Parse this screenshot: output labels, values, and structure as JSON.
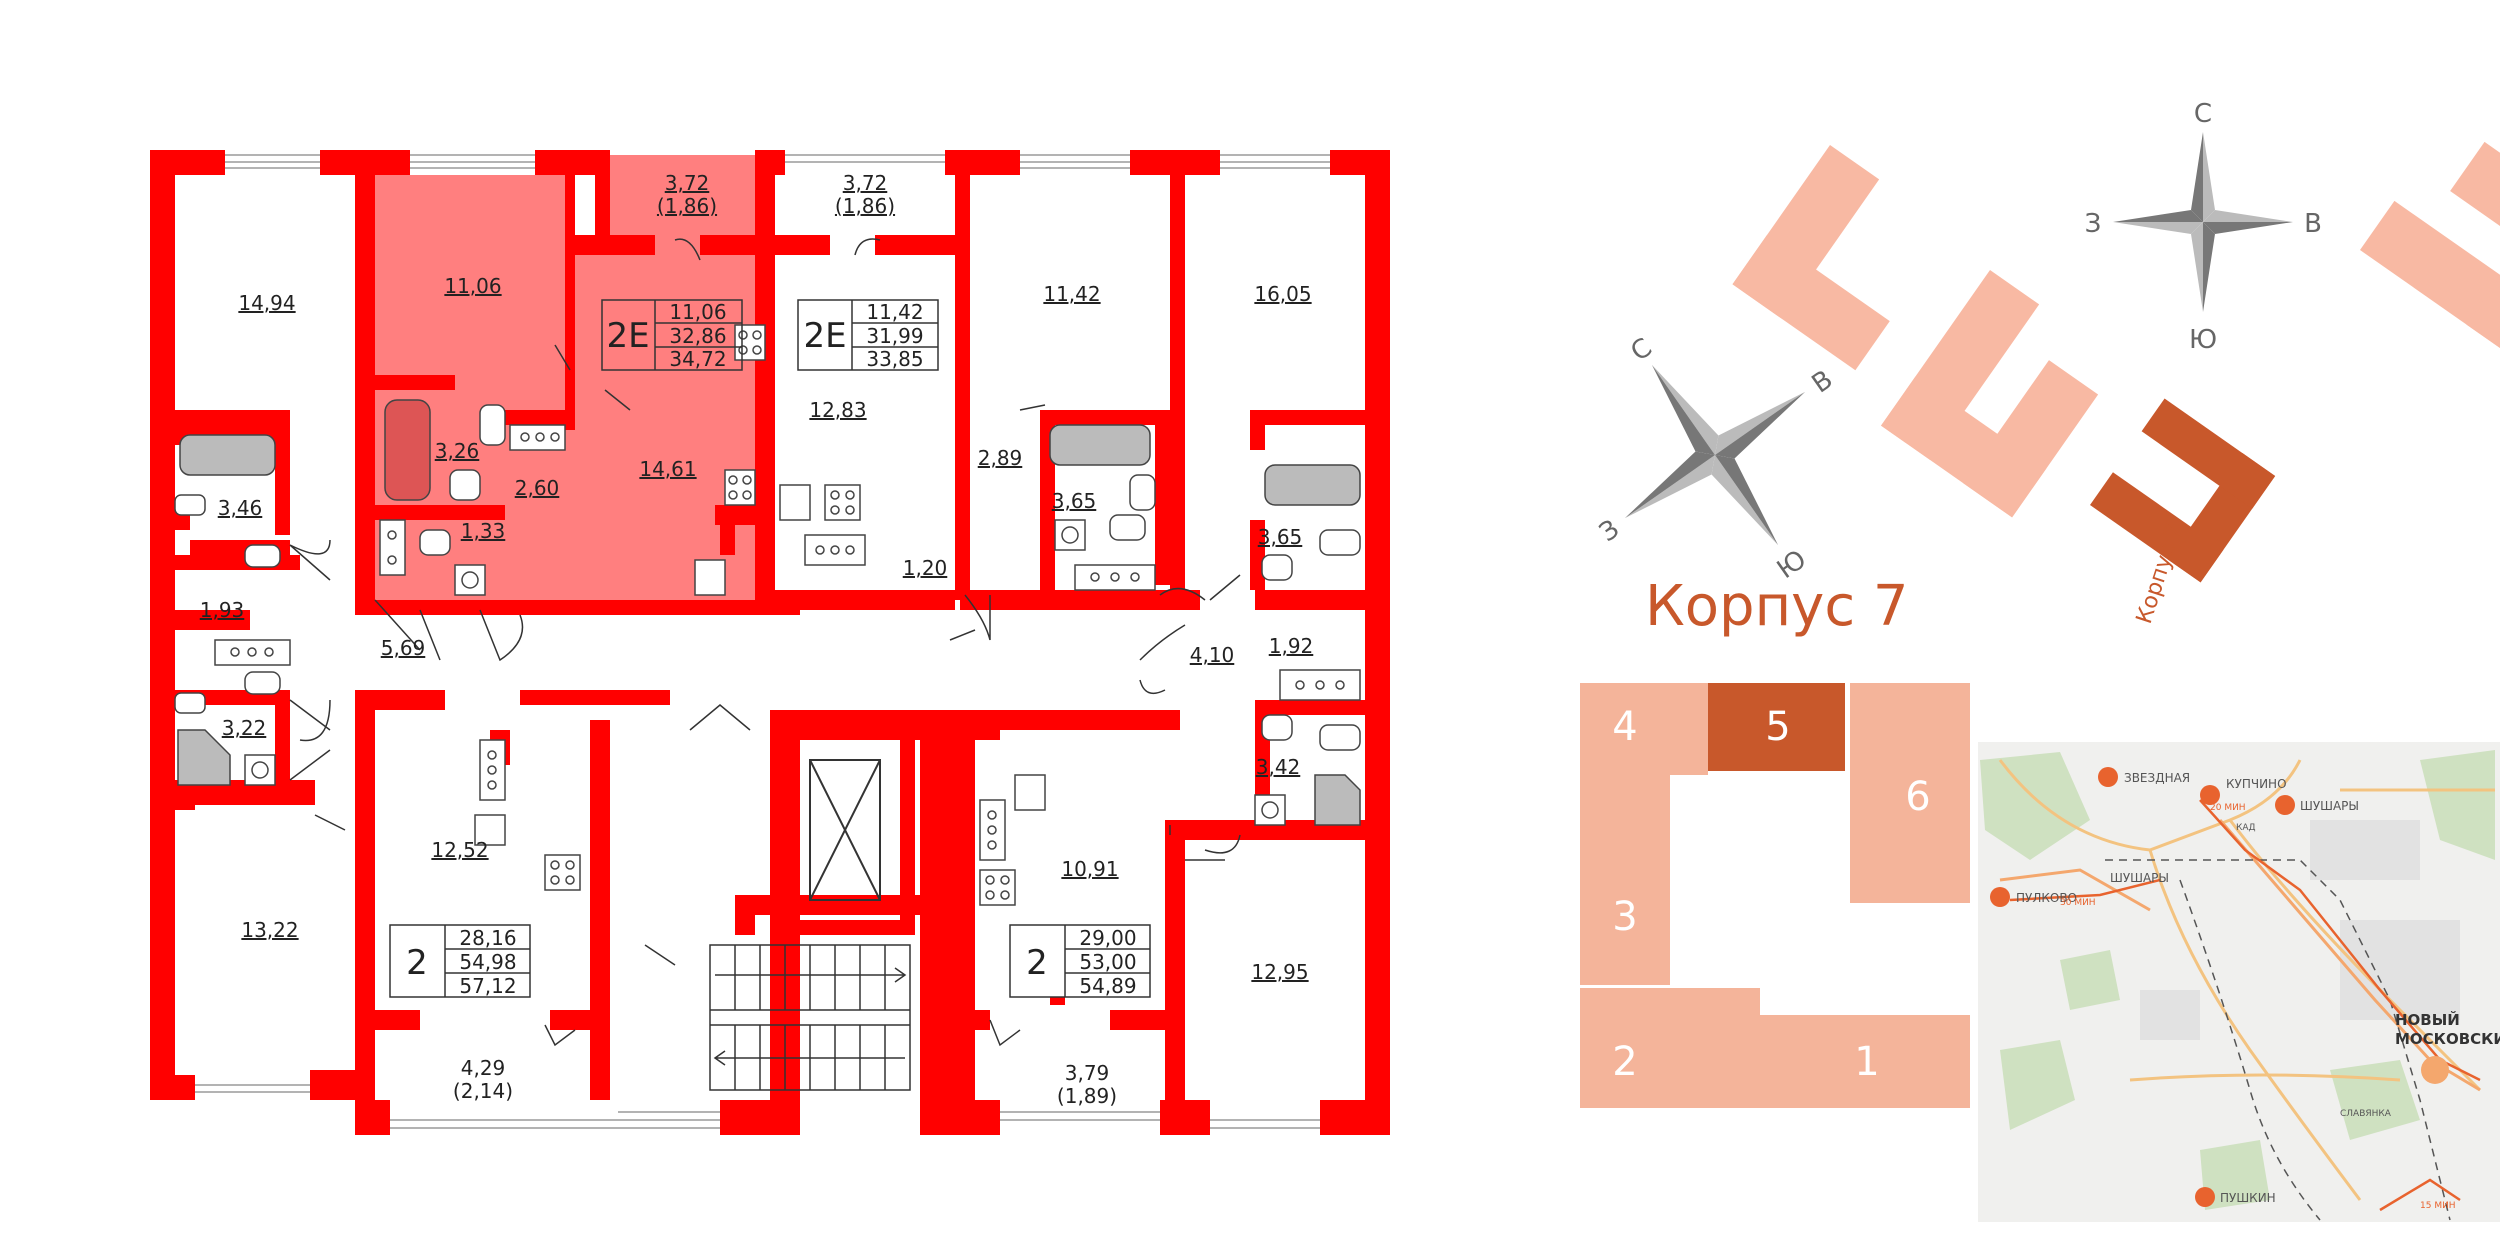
{
  "colors": {
    "wall": "#ff0000",
    "highlight": "#ff7f7f",
    "korpus_label": "#c8582b",
    "section_selected": "#c8582b",
    "section": "#f4b49a",
    "block_pale": "#f8b9a3",
    "block_selected": "#c8582b",
    "compass": "#999999"
  },
  "plan": {
    "rooms": {
      "r1": "14,94",
      "r2": "11,06",
      "r3": "3,72",
      "r3b": "(1,86)",
      "r4": "3,72",
      "r4b": "(1,86)",
      "r5": "11,42",
      "r6": "16,05",
      "r7": "3,26",
      "r8": "14,61",
      "r9": "2,60",
      "r10": "1,33",
      "r11": "3,46",
      "r12": "12,83",
      "r13": "2,89",
      "r14": "3,65",
      "r15": "3,65",
      "r16": "1,20",
      "r17": "1,93",
      "r18": "5,69",
      "r19": "3,22",
      "r20": "4,10",
      "r21": "1,92",
      "r22": "3,42",
      "r23": "12,52",
      "r24": "10,91",
      "r25": "13,22",
      "r26": "12,95",
      "r27": "4,29",
      "r27b": "(2,14)",
      "r28": "3,79",
      "r28b": "(1,89)"
    },
    "apt_a": {
      "type": "2Е",
      "v1": "11,06",
      "v2": "32,86",
      "v3": "34,72"
    },
    "apt_b": {
      "type": "2Е",
      "v1": "11,42",
      "v2": "31,99",
      "v3": "33,85"
    },
    "apt_c": {
      "type": "2",
      "v1": "28,16",
      "v2": "54,98",
      "v3": "57,12"
    },
    "apt_d": {
      "type": "2",
      "v1": "29,00",
      "v2": "53,00",
      "v3": "54,89"
    }
  },
  "compass": {
    "n": "С",
    "s": "Ю",
    "w": "З",
    "e": "В"
  },
  "korpus_title": "Корпус 7",
  "korpus_small": "Корпус 7",
  "sections": [
    "4",
    "5",
    "6",
    "3",
    "2",
    "1"
  ],
  "map": {
    "stations": [
      "ЗВЕЗДНАЯ",
      "КУПЧИНО",
      "ШУШАРЫ",
      "ПУЛКОВО",
      "ПУШКИН"
    ],
    "district": "ШУШАРЫ",
    "slavyanka": "СЛАВЯНКА",
    "kad": "КАД",
    "project_line1": "НОВЫЙ",
    "project_line2": "МОСКОВСКИЙ",
    "time1": "20 МИН",
    "time2": "30 МИН",
    "time3": "15 МИН"
  }
}
